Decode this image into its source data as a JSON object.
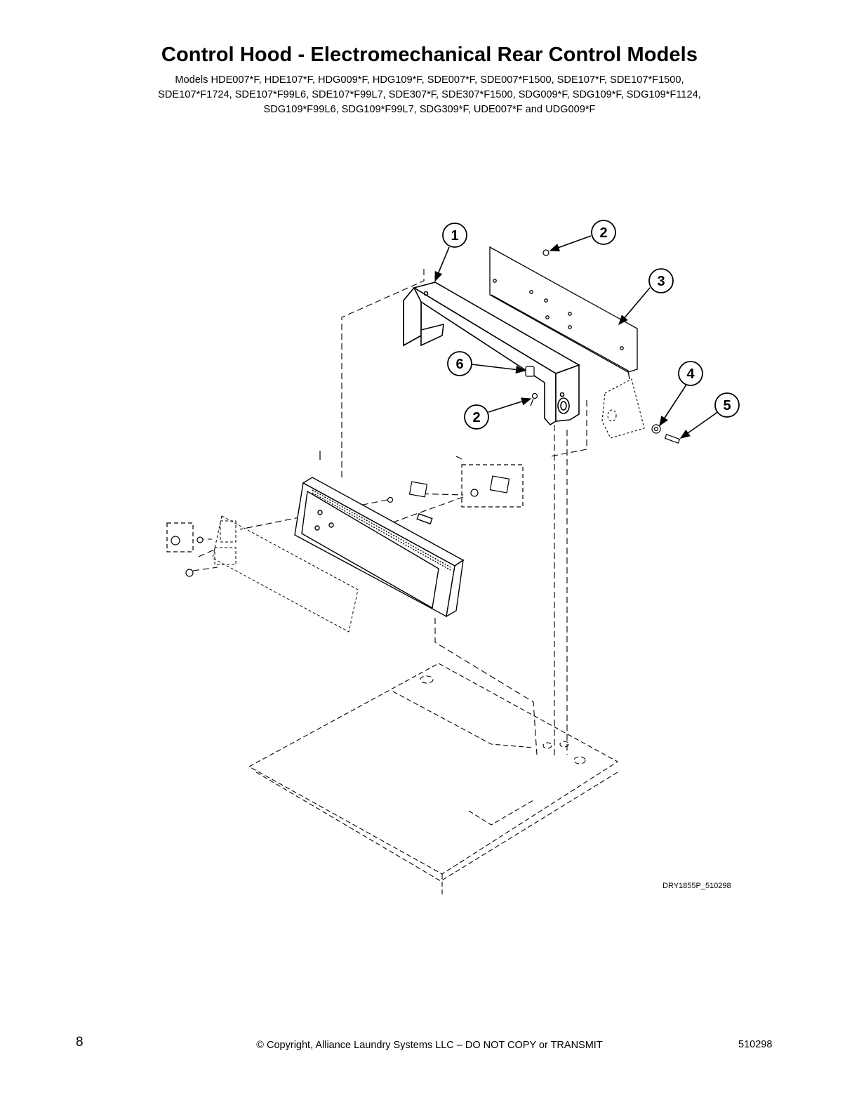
{
  "header": {
    "title": "Control Hood - Electromechanical Rear Control Models",
    "models_lines": [
      "Models HDE007*F, HDE107*F, HDG009*F, HDG109*F, SDE007*F, SDE007*F1500, SDE107*F, SDE107*F1500,",
      "SDE107*F1724, SDE107*F99L6, SDE107*F99L7, SDE307*F, SDE307*F1500, SDG009*F, SDG109*F, SDG109*F1124,",
      "SDG109*F99L6, SDG109*F99L7, SDG309*F, UDE007*F and UDG009*F"
    ]
  },
  "diagram": {
    "callouts": [
      "1",
      "2",
      "3",
      "6",
      "2",
      "4",
      "5"
    ],
    "drawing_id": "DRY1855P_510298"
  },
  "footer": {
    "page_number": "8",
    "copyright": "© Copyright, Alliance Laundry Systems LLC – DO NOT COPY or TRANSMIT",
    "doc_number": "510298"
  }
}
